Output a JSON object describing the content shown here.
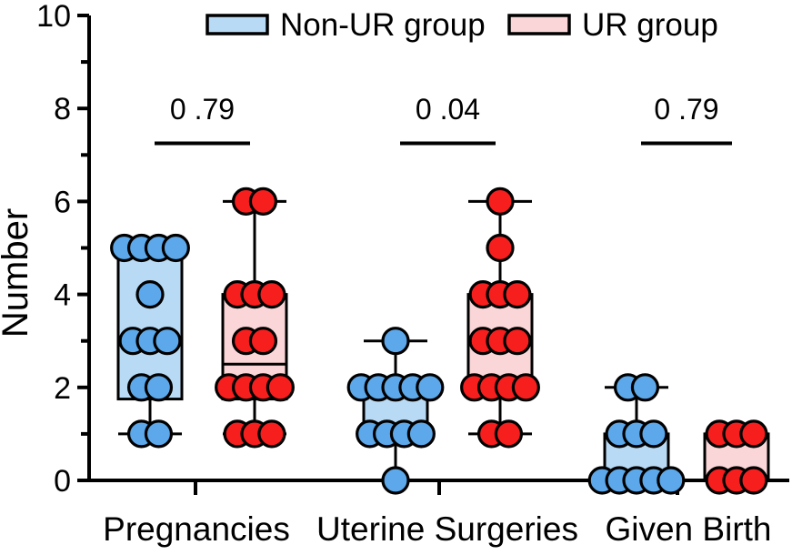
{
  "chart_data": {
    "type": "box",
    "title": "",
    "xlabel": "",
    "ylabel": "Number",
    "ylim": [
      0,
      10
    ],
    "ytick_values": [
      0,
      2,
      4,
      6,
      8,
      10
    ],
    "ytick_labels": [
      "0",
      "2",
      "4",
      "6",
      "8",
      "10"
    ],
    "yminor_ticks": [
      1,
      3,
      5,
      7,
      9
    ],
    "grid": false,
    "legend_position": "top-center",
    "categories": [
      "Pregnancies",
      "Uterine Surgeries",
      "Given Birth"
    ],
    "legend": [
      {
        "label": "Non-UR group",
        "fill": "#B9DAF4",
        "edge": "#000000"
      },
      {
        "label": "UR group",
        "fill": "#FAD6D8",
        "edge": "#000000"
      }
    ],
    "annotations": [
      {
        "category": "Pregnancies",
        "text": "0 .79",
        "y": 8.0,
        "bracket_y": 7.25
      },
      {
        "category": "Uterine Surgeries",
        "text": "0 .04",
        "y": 8.0,
        "bracket_y": 7.25
      },
      {
        "category": "Given Birth",
        "text": "0 .79",
        "y": 8.0,
        "bracket_y": 7.25
      }
    ],
    "series": [
      {
        "name": "Non-UR group",
        "marker_fill": "#5CA8EA",
        "marker_edge": "#000000",
        "box_fill": "#B9DAF4",
        "boxes": [
          {
            "category": "Pregnancies",
            "q1": 1.75,
            "median": 3.0,
            "q3": 5.0,
            "whisker_low": 1.0,
            "whisker_high": 5.0,
            "points": [
              {
                "value": 5,
                "count": 4
              },
              {
                "value": 4,
                "count": 1
              },
              {
                "value": 3,
                "count": 3
              },
              {
                "value": 2,
                "count": 2
              },
              {
                "value": 1,
                "count": 2
              }
            ]
          },
          {
            "category": "Uterine Surgeries",
            "q1": 1.0,
            "median": 2.0,
            "q3": 2.0,
            "whisker_low": 0.0,
            "whisker_high": 3.0,
            "points": [
              {
                "value": 3,
                "count": 1
              },
              {
                "value": 2,
                "count": 5
              },
              {
                "value": 1,
                "count": 4
              },
              {
                "value": 0,
                "count": 1
              }
            ]
          },
          {
            "category": "Given Birth",
            "q1": 0.0,
            "median": 0.0,
            "q3": 1.0,
            "whisker_low": 0.0,
            "whisker_high": 2.0,
            "points": [
              {
                "value": 2,
                "count": 2
              },
              {
                "value": 1,
                "count": 3
              },
              {
                "value": 0,
                "count": 5
              }
            ]
          }
        ]
      },
      {
        "name": "UR group",
        "marker_fill": "#F71E1E",
        "marker_edge": "#000000",
        "box_fill": "#FAD6D8",
        "boxes": [
          {
            "category": "Pregnancies",
            "q1": 1.75,
            "median": 2.5,
            "q3": 4.0,
            "whisker_low": 1.0,
            "whisker_high": 6.0,
            "points": [
              {
                "value": 6,
                "count": 2
              },
              {
                "value": 4,
                "count": 3
              },
              {
                "value": 3,
                "count": 2
              },
              {
                "value": 2,
                "count": 4
              },
              {
                "value": 1,
                "count": 3
              }
            ]
          },
          {
            "category": "Uterine Surgeries",
            "q1": 2.0,
            "median": 3.0,
            "q3": 4.0,
            "whisker_low": 1.0,
            "whisker_high": 6.0,
            "points": [
              {
                "value": 6,
                "count": 1
              },
              {
                "value": 5,
                "count": 1
              },
              {
                "value": 4,
                "count": 3
              },
              {
                "value": 3,
                "count": 3
              },
              {
                "value": 2,
                "count": 4
              },
              {
                "value": 1,
                "count": 2
              }
            ]
          },
          {
            "category": "Given Birth",
            "q1": 0.0,
            "median": 0.0,
            "q3": 1.0,
            "whisker_low": 0.0,
            "whisker_high": 1.0,
            "points": [
              {
                "value": 1,
                "count": 3
              },
              {
                "value": 0,
                "count": 3
              }
            ]
          }
        ]
      }
    ]
  },
  "axes": {
    "y_axis_label": "Number",
    "x_tick_positions": [
      215,
      483,
      745
    ]
  }
}
